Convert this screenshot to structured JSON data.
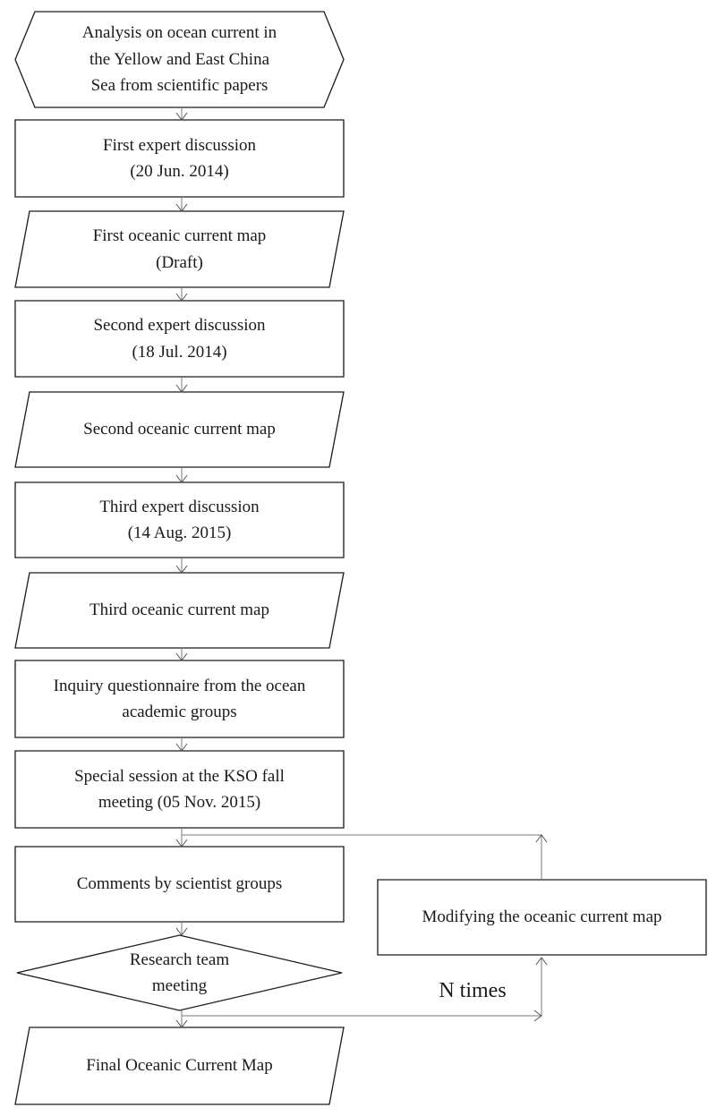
{
  "diagram": {
    "nodes": [
      {
        "id": "n1",
        "shape": "hexagon",
        "lines": [
          "Analysis on ocean current in",
          "the Yellow and East China",
          "Sea from scientific papers"
        ]
      },
      {
        "id": "n2",
        "shape": "rectangle",
        "lines": [
          "First expert discussion",
          "(20 Jun. 2014)"
        ]
      },
      {
        "id": "n3",
        "shape": "parallelogram",
        "lines": [
          "First oceanic current map",
          "(Draft)"
        ]
      },
      {
        "id": "n4",
        "shape": "rectangle",
        "lines": [
          "Second expert discussion",
          "(18 Jul. 2014)"
        ]
      },
      {
        "id": "n5",
        "shape": "parallelogram",
        "lines": [
          "Second oceanic current map"
        ]
      },
      {
        "id": "n6",
        "shape": "rectangle",
        "lines": [
          "Third expert discussion",
          "(14 Aug. 2015)"
        ]
      },
      {
        "id": "n7",
        "shape": "parallelogram",
        "lines": [
          "Third oceanic current map"
        ]
      },
      {
        "id": "n8",
        "shape": "rectangle",
        "lines": [
          "Inquiry questionnaire from the ocean",
          "academic groups"
        ]
      },
      {
        "id": "n9",
        "shape": "rectangle",
        "lines": [
          "Special session at the KSO fall",
          "meeting (05 Nov. 2015)"
        ]
      },
      {
        "id": "n10",
        "shape": "rectangle",
        "lines": [
          "Comments by scientist groups"
        ]
      },
      {
        "id": "n11",
        "shape": "diamond",
        "lines": [
          "Research team",
          "meeting"
        ]
      },
      {
        "id": "n12",
        "shape": "parallelogram",
        "lines": [
          "Final Oceanic Current Map"
        ]
      },
      {
        "id": "n13",
        "shape": "rectangle",
        "lines": [
          "Modifying the oceanic current map"
        ]
      }
    ],
    "edges": [
      {
        "from": "n1",
        "to": "n2"
      },
      {
        "from": "n2",
        "to": "n3"
      },
      {
        "from": "n3",
        "to": "n4"
      },
      {
        "from": "n4",
        "to": "n5"
      },
      {
        "from": "n5",
        "to": "n6"
      },
      {
        "from": "n6",
        "to": "n7"
      },
      {
        "from": "n7",
        "to": "n8"
      },
      {
        "from": "n8",
        "to": "n9"
      },
      {
        "from": "n9",
        "to": "n10"
      },
      {
        "from": "n10",
        "to": "n11"
      },
      {
        "from": "n11",
        "to": "n12"
      },
      {
        "from": "n11",
        "to": "n13",
        "label": "N times"
      },
      {
        "from": "n13",
        "to": "n10"
      }
    ]
  },
  "colors": {
    "stroke": "#1a1a1a",
    "connector": "#7a7a7a",
    "text": "#1a1a1a",
    "background": "#ffffff"
  }
}
